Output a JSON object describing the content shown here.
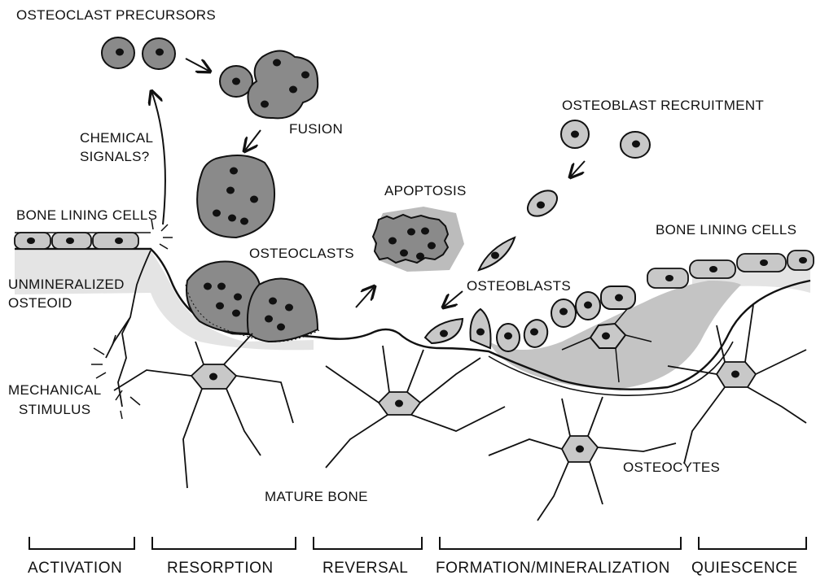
{
  "labels": {
    "osteoclast_precursors": "OSTEOCLAST PRECURSORS",
    "chemical_signals_1": "CHEMICAL",
    "chemical_signals_2": "SIGNALS?",
    "fusion": "FUSION",
    "bone_lining_cells_left": "BONE LINING CELLS",
    "bone_lining_cells_right": "BONE LINING CELLS",
    "unmineralized_1": "UNMINERALIZED",
    "unmineralized_2": "OSTEOID",
    "osteoclasts": "OSTEOCLASTS",
    "apoptosis": "APOPTOSIS",
    "osteoblast_recruitment": "OSTEOBLAST RECRUITMENT",
    "osteoblasts": "OSTEOBLASTS",
    "mechanical_1": "MECHANICAL",
    "mechanical_2": "STIMULUS",
    "mature_bone": "MATURE BONE",
    "osteocytes": "OSTEOCYTES"
  },
  "phases": [
    "ACTIVATION",
    "RESORPTION",
    "REVERSAL",
    "FORMATION/MINERALIZATION",
    "QUIESCENCE"
  ],
  "colors": {
    "cell_fill": "#8a8a8a",
    "light_cell_fill": "#c8c8c8",
    "osteoid": "#e2e2e2",
    "new_bone": "#bdbdbd",
    "apoptotic_halo": "#bcbcbc",
    "ink": "#111111"
  }
}
